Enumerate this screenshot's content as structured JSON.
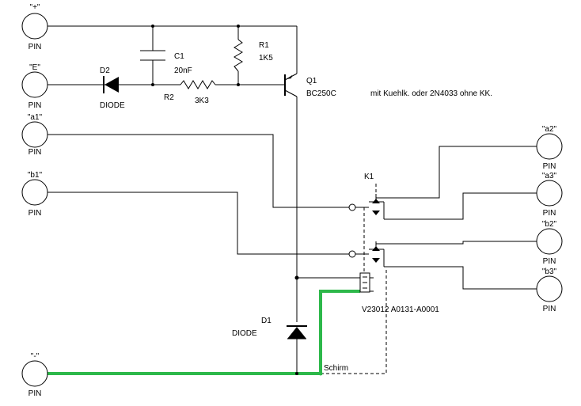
{
  "colors": {
    "wire": "#000000",
    "shield": "#2db84a",
    "background": "#ffffff"
  },
  "pins": [
    {
      "id": "plus",
      "name": "\"+\"",
      "type": "PIN"
    },
    {
      "id": "e",
      "name": "\"E\"",
      "type": "PIN"
    },
    {
      "id": "a1",
      "name": "\"a1\"",
      "type": "PIN"
    },
    {
      "id": "b1",
      "name": "\"b1\"",
      "type": "PIN"
    },
    {
      "id": "minus",
      "name": "\"-\"",
      "type": "PIN"
    },
    {
      "id": "a2",
      "name": "\"a2\"",
      "type": "PIN"
    },
    {
      "id": "a3",
      "name": "\"a3\"",
      "type": "PIN"
    },
    {
      "id": "b2",
      "name": "\"b2\"",
      "type": "PIN"
    },
    {
      "id": "b3",
      "name": "\"b3\"",
      "type": "PIN"
    }
  ],
  "components": {
    "c1": {
      "ref": "C1",
      "value": "20nF"
    },
    "r1": {
      "ref": "R1",
      "value": "1K5"
    },
    "r2": {
      "ref": "R2",
      "value": "3K3"
    },
    "d2": {
      "ref": "D2",
      "value": "DIODE"
    },
    "q1": {
      "ref": "Q1",
      "value": "BC250C"
    },
    "d1": {
      "ref": "D1",
      "value": "DIODE"
    },
    "k1": {
      "ref": "K1",
      "value": "V23012 A0131-A0001"
    }
  },
  "notes": {
    "heatsink": "mit Kuehlk. oder 2N4033 ohne KK.",
    "shield": "Schirm"
  }
}
